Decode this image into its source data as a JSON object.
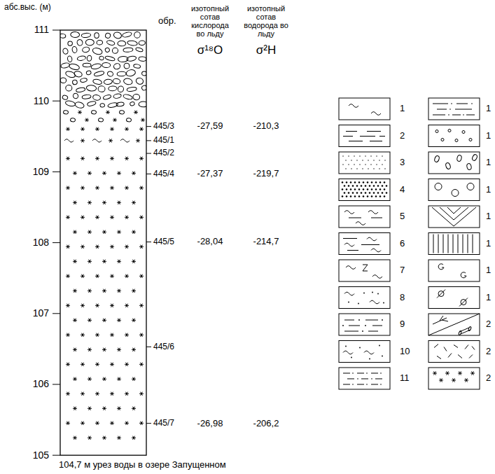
{
  "diagram": {
    "labels": [
      "абс.выс. (м)",
      "111",
      "110",
      "109",
      "108",
      "107",
      "106",
      "105",
      "обр.",
      "изотопный сотав кислорода во льду",
      "σ¹⁸O",
      "изотопный сотав водорода во льду",
      "σ²H",
      "445/3",
      "-27,59",
      "-210,3",
      "445/1",
      "445/2",
      "445/4",
      "-27,37",
      "-219,7",
      "445/5",
      "-28,04",
      "-214,7",
      "445/6",
      "445/7",
      "-26,98",
      "-206,2",
      "104,7 м урез воды в озере Запущенном"
    ],
    "legend": [
      {
        "text": "1"
      },
      {
        "text": "2"
      },
      {
        "text": "3"
      },
      {
        "text": "4"
      },
      {
        "text": "5"
      },
      {
        "text": "6"
      },
      {
        "text": "7"
      },
      {
        "text": "8"
      },
      {
        "text": "9"
      },
      {
        "text": "10"
      },
      {
        "text": "11"
      },
      {
        "text": "1"
      },
      {
        "text": "1"
      },
      {
        "text": "1"
      },
      {
        "text": "1"
      },
      {
        "text": "1"
      },
      {
        "text": "1"
      },
      {
        "text": "1"
      },
      {
        "text": "1"
      },
      {
        "text": "2"
      },
      {
        "text": "2"
      },
      {
        "text": "2"
      }
    ]
  }
}
